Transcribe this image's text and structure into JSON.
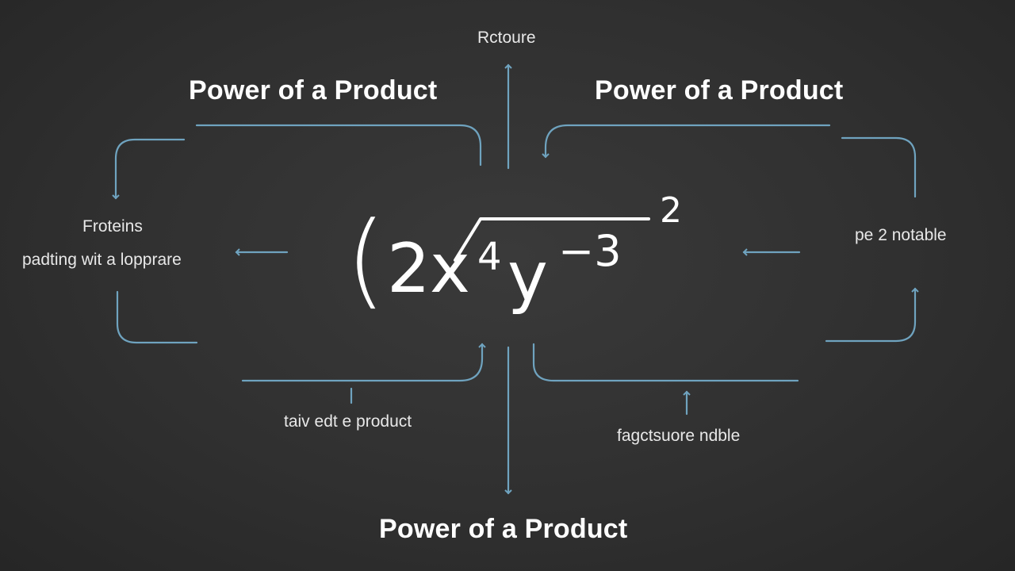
{
  "titles": {
    "top_left": "Power of a Product",
    "top_right": "Power of a Product",
    "bottom": "Power of a Product"
  },
  "labels": {
    "top": "Rctoure",
    "left_line1": "Froteins",
    "left_line2": "padting wit a lopprare",
    "right": "pe 2 notable",
    "bottom_left": "taiv edt e product",
    "bottom_right": "fagctsuore ndble"
  },
  "expression": {
    "open_paren": "(",
    "coefficient": "2",
    "base_x": "x",
    "x_exponent": "4",
    "base_y": "y",
    "y_exponent": "−3",
    "outer_exponent": "2"
  },
  "colors": {
    "background": "#2e2e2e",
    "connector": "#6fa3bf",
    "text": "#ffffff"
  }
}
